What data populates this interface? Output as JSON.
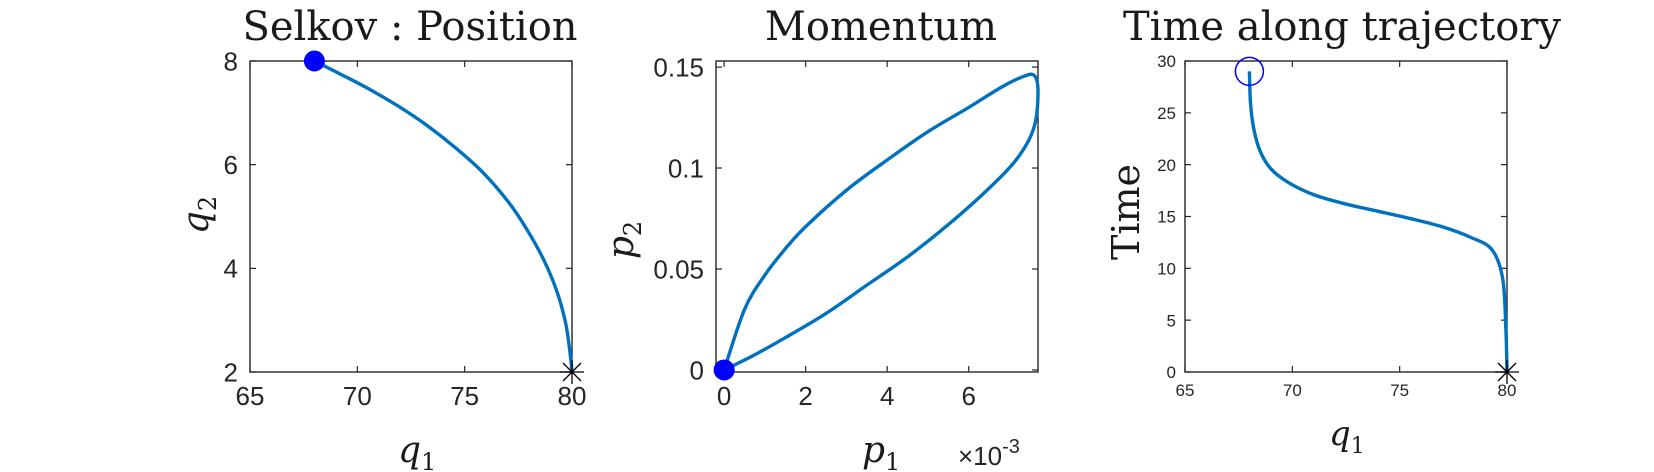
{
  "figure": {
    "line_color": "#0072BD",
    "marker_color": "#0000FF",
    "end_marker_color": "#000000"
  },
  "chart_data": [
    {
      "type": "line",
      "title": "Selkov : Position",
      "xlabel": "q",
      "xlabel_sub": "1",
      "ylabel": "q",
      "ylabel_sub": "2",
      "xlim": [
        65,
        80
      ],
      "ylim": [
        2,
        8
      ],
      "xticks": [
        65,
        70,
        75,
        80
      ],
      "yticks": [
        2,
        4,
        6,
        8
      ],
      "xtick_labels": [
        "65",
        "70",
        "75",
        "80"
      ],
      "ytick_labels": [
        "2",
        "4",
        "6",
        "8"
      ],
      "series": [
        {
          "x": [
            68.0,
            69.2,
            70.5,
            71.9,
            73.2,
            74.5,
            75.8,
            77.0,
            77.9,
            78.7,
            79.3,
            79.7,
            79.9,
            80.0
          ],
          "y": [
            8.0,
            7.75,
            7.47,
            7.13,
            6.77,
            6.35,
            5.87,
            5.3,
            4.75,
            4.15,
            3.55,
            2.95,
            2.4,
            2.0
          ]
        }
      ],
      "start_marker": {
        "x": 68.0,
        "y": 8.0,
        "style": "filled-circle"
      },
      "end_marker": {
        "x": 80.0,
        "y": 2.0,
        "style": "asterisk"
      }
    },
    {
      "type": "line",
      "title": "Momentum",
      "xlabel": "p",
      "xlabel_sub": "1",
      "ylabel": "p",
      "ylabel_sub": "2",
      "x_exponent_label": "×10",
      "x_exponent": "-3",
      "xlim": [
        -0.0002,
        0.0077
      ],
      "ylim": [
        -0.001,
        0.153
      ],
      "xticks": [
        0,
        0.002,
        0.004,
        0.006
      ],
      "yticks": [
        0,
        0.05,
        0.1,
        0.15
      ],
      "xtick_labels": [
        "0",
        "2",
        "4",
        "6"
      ],
      "ytick_labels": [
        "0",
        "0.05",
        "0.1",
        "0.15"
      ],
      "series": [
        {
          "x": [
            0,
            0.0005,
            0.001,
            0.0015,
            0.002,
            0.003,
            0.004,
            0.005,
            0.006,
            0.0068,
            0.0073,
            0.0076,
            0.0077,
            0.0076,
            0.0072,
            0.0065,
            0.0055,
            0.0045,
            0.0035,
            0.0025,
            0.0015,
            0.0007,
            0
          ],
          "y": [
            0,
            0.03,
            0.047,
            0.06,
            0.071,
            0.089,
            0.104,
            0.118,
            0.13,
            0.14,
            0.145,
            0.146,
            0.138,
            0.12,
            0.105,
            0.09,
            0.072,
            0.056,
            0.042,
            0.028,
            0.016,
            0.007,
            0
          ]
        }
      ],
      "start_marker": {
        "x": 0,
        "y": 0,
        "style": "filled-circle"
      }
    },
    {
      "type": "line",
      "title": "Time along trajectory",
      "xlabel": "q",
      "xlabel_sub": "1",
      "ylabel": "Time",
      "xlim": [
        65,
        80
      ],
      "ylim": [
        0,
        30
      ],
      "xticks": [
        65,
        70,
        75,
        80
      ],
      "yticks": [
        0,
        5,
        10,
        15,
        20,
        25,
        30
      ],
      "xtick_labels": [
        "65",
        "70",
        "75",
        "80"
      ],
      "ytick_labels": [
        "0",
        "5",
        "10",
        "15",
        "20",
        "25",
        "30"
      ],
      "series": [
        {
          "x": [
            68.0,
            68.05,
            68.2,
            68.5,
            69.0,
            69.8,
            71.0,
            72.5,
            74.0,
            75.5,
            77.0,
            78.3,
            79.3,
            79.8,
            79.95,
            80.0
          ],
          "y": [
            29.0,
            26.0,
            23.5,
            21.3,
            19.6,
            18.3,
            17.1,
            16.2,
            15.5,
            14.8,
            14.0,
            13.0,
            11.8,
            9.0,
            4.0,
            0.0
          ]
        }
      ],
      "start_marker": {
        "x": 68.0,
        "y": 29.0,
        "style": "open-circle"
      },
      "end_marker": {
        "x": 80.0,
        "y": 0.0,
        "style": "asterisk"
      }
    }
  ]
}
